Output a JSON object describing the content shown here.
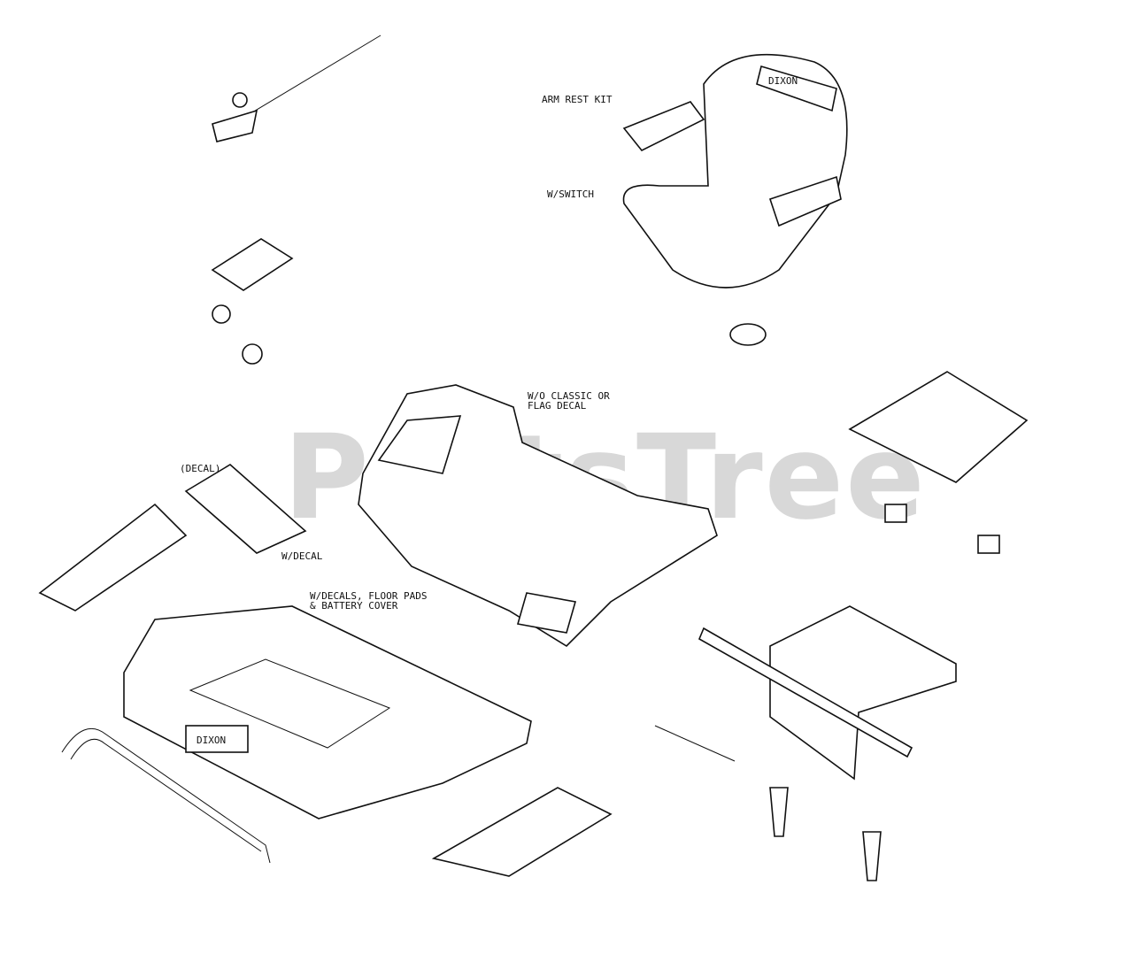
{
  "watermark": "PartsTree",
  "labels": {
    "arm_rest": "ARM REST KIT",
    "seat_switch": "W/SWITCH",
    "dash_note1": "W/O CLASSIC OR",
    "dash_note2": "FLAG DECAL",
    "decal_note": "(DECAL)",
    "floor_w_decal": "W/DECAL",
    "body_note1": "W/DECALS, FLOOR PADS",
    "body_note2": "& BATTERY COVER",
    "logo_text": "DIXON"
  }
}
